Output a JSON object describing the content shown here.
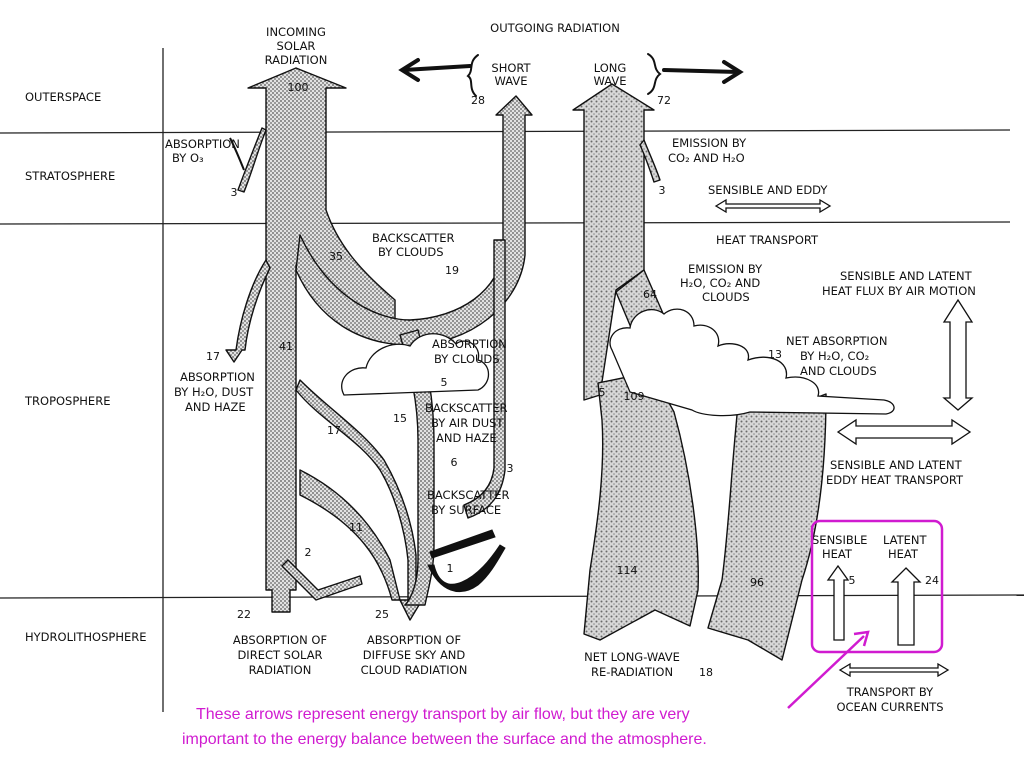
{
  "layers": {
    "outerspace": "OUTERSPACE",
    "stratosphere": "STRATOSPHERE",
    "troposphere": "TROPOSPHERE",
    "hydrolithosphere": "HYDROLITHOSPHERE"
  },
  "headings": {
    "incoming": [
      "INCOMING",
      "SOLAR",
      "RADIATION"
    ],
    "outgoing": "OUTGOING RADIATION",
    "short_wave": [
      "SHORT",
      "WAVE"
    ],
    "long_wave": [
      "LONG",
      "WAVE"
    ]
  },
  "labels": {
    "absorption_o3": [
      "ABSORPTION",
      "BY O₃"
    ],
    "emission_co2": [
      "EMISSION BY",
      "CO₂ AND H₂O"
    ],
    "sensible_eddy": "SENSIBLE AND EDDY",
    "heat_transport": "HEAT TRANSPORT",
    "backscatter_clouds": [
      "BACKSCATTER",
      "BY CLOUDS"
    ],
    "emission_clouds": [
      "EMISSION BY",
      "H₂O, CO₂ AND",
      "CLOUDS"
    ],
    "sensible_latent_air": [
      "SENSIBLE AND LATENT",
      "HEAT FLUX BY AIR MOTION"
    ],
    "absorption_clouds": [
      "ABSORPTION",
      "BY CLOUDS"
    ],
    "net_absorption": [
      "NET ABSORPTION",
      "BY H₂O, CO₂",
      "AND CLOUDS"
    ],
    "absorption_h2o_dust": [
      "ABSORPTION",
      "BY H₂O, DUST",
      "AND HAZE"
    ],
    "backscatter_air": [
      "BACKSCATTER",
      "BY AIR DUST",
      "AND HAZE"
    ],
    "sensible_latent_eddy": [
      "SENSIBLE AND LATENT",
      "EDDY HEAT TRANSPORT"
    ],
    "backscatter_surface": [
      "BACKSCATTER",
      "BY SURFACE"
    ],
    "sensible_heat": [
      "SENSIBLE",
      "HEAT"
    ],
    "latent_heat": [
      "LATENT",
      "HEAT"
    ],
    "direct_solar": [
      "ABSORPTION OF",
      "DIRECT SOLAR",
      "RADIATION"
    ],
    "diffuse_sky": [
      "ABSORPTION OF",
      "DIFFUSE SKY AND",
      "CLOUD RADIATION"
    ],
    "net_longwave": [
      "NET LONG-WAVE",
      "RE-RADIATION"
    ],
    "ocean_currents": [
      "TRANSPORT BY",
      "OCEAN CURRENTS"
    ]
  },
  "values": {
    "incoming": "100",
    "short_wave": "28",
    "long_wave": "72",
    "o3": "3",
    "emission_strat": "3",
    "backscatter_clouds_35": "35",
    "backscatter_clouds_19": "19",
    "emission_64": "64",
    "v41": "41",
    "v17a": "17",
    "absorption_clouds_5": "5",
    "v13": "13",
    "v5_left": "5",
    "v109": "109",
    "v17b": "17",
    "v15": "15",
    "v6": "6",
    "v3": "3",
    "v11": "11",
    "v2": "2",
    "v1": "1",
    "v114": "114",
    "v96": "96",
    "sensible_5": "5",
    "latent_24": "24",
    "direct_22": "22",
    "diffuse_25": "25",
    "net_18": "18"
  },
  "annotation": [
    "These arrows represent energy transport by air flow, but they are very",
    "important to the energy balance between the surface and the atmosphere."
  ],
  "colors": {
    "annotation": "#d01bd0",
    "flow_fill": "#d2d2d2",
    "ink": "#111111"
  }
}
